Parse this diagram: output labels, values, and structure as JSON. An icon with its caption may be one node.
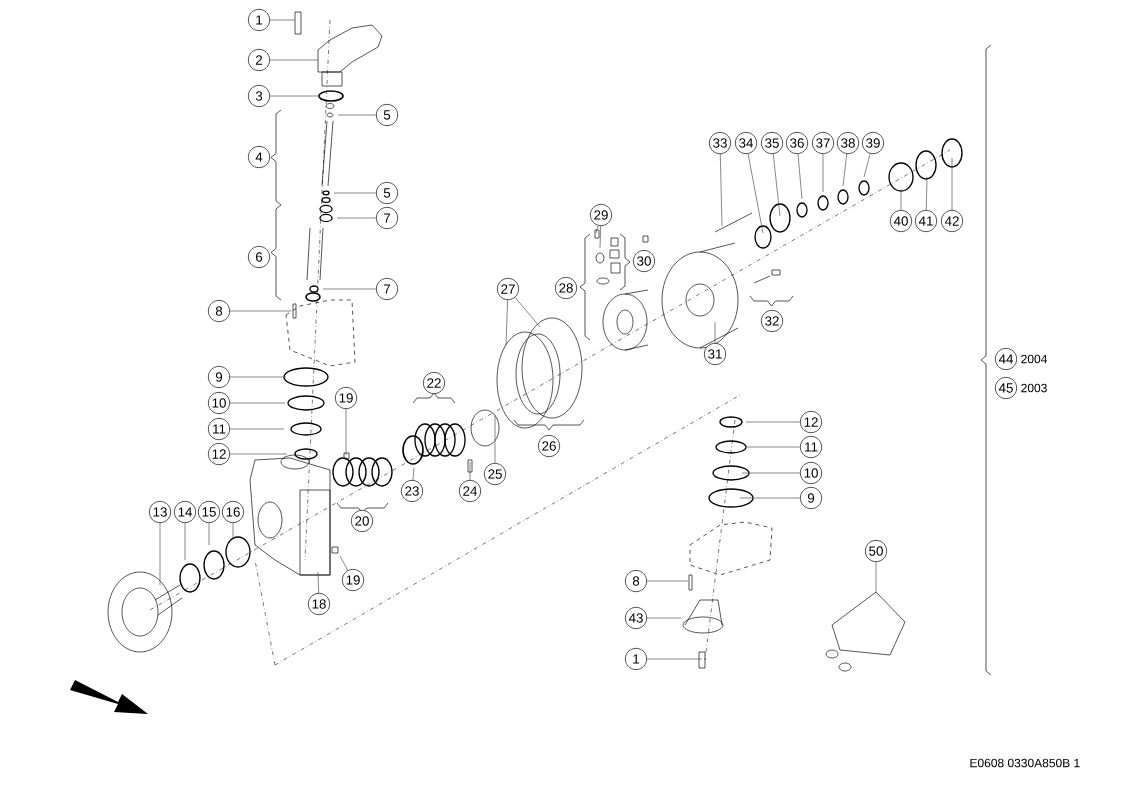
{
  "diagram": {
    "nodes": [
      {
        "text": [
          "1"
        ]
      },
      {
        "text": [
          "2"
        ]
      },
      {
        "text": [
          "3"
        ]
      },
      {
        "text": [
          "4"
        ]
      },
      {
        "text": [
          "5"
        ]
      },
      {
        "text": [
          "5"
        ]
      },
      {
        "text": [
          "7"
        ]
      },
      {
        "text": [
          "6"
        ]
      },
      {
        "text": [
          "7"
        ]
      },
      {
        "text": [
          "8"
        ]
      },
      {
        "text": [
          "9"
        ]
      },
      {
        "text": [
          "10"
        ]
      },
      {
        "text": [
          "11"
        ]
      },
      {
        "text": [
          "12"
        ]
      },
      {
        "text": [
          "19"
        ]
      },
      {
        "text": [
          "13"
        ]
      },
      {
        "text": [
          "14"
        ]
      },
      {
        "text": [
          "15"
        ]
      },
      {
        "text": [
          "16"
        ]
      },
      {
        "text": [
          "22"
        ]
      },
      {
        "text": [
          "23"
        ]
      },
      {
        "text": [
          "20"
        ]
      },
      {
        "text": [
          "19"
        ]
      },
      {
        "text": [
          "18"
        ]
      },
      {
        "text": [
          "24"
        ]
      },
      {
        "text": [
          "25"
        ]
      },
      {
        "text": [
          "27"
        ]
      },
      {
        "text": [
          "26"
        ]
      },
      {
        "text": [
          "28"
        ]
      },
      {
        "text": [
          "29"
        ]
      },
      {
        "text": [
          "30"
        ]
      },
      {
        "text": [
          "31"
        ]
      },
      {
        "text": [
          "32"
        ]
      },
      {
        "text": [
          "33"
        ]
      },
      {
        "text": [
          "34"
        ]
      },
      {
        "text": [
          "35"
        ]
      },
      {
        "text": [
          "36"
        ]
      },
      {
        "text": [
          "37"
        ]
      },
      {
        "text": [
          "38"
        ]
      },
      {
        "text": [
          "39"
        ]
      },
      {
        "text": [
          "40"
        ]
      },
      {
        "text": [
          "41"
        ]
      },
      {
        "text": [
          "42"
        ]
      },
      {
        "text": [
          "44"
        ],
        "beside": [
          "2004"
        ]
      },
      {
        "text": [
          "45"
        ],
        "beside": [
          "2003"
        ]
      },
      {
        "text": [
          "12"
        ]
      },
      {
        "text": [
          "11"
        ]
      },
      {
        "text": [
          "10"
        ]
      },
      {
        "text": [
          "9"
        ]
      },
      {
        "text": [
          "50"
        ]
      },
      {
        "text": [
          "8"
        ]
      },
      {
        "text": [
          "43"
        ]
      },
      {
        "text": [
          "1"
        ]
      }
    ],
    "edges": [
      {
        "from": 0,
        "to": null,
        "arrow": "none"
      },
      {
        "from": 1,
        "to": null,
        "arrow": "none"
      },
      {
        "from": 2,
        "to": null,
        "arrow": "none"
      },
      {
        "from": 4,
        "to": null,
        "arrow": "none"
      },
      {
        "from": 5,
        "to": null,
        "arrow": "none"
      },
      {
        "from": 6,
        "to": null,
        "arrow": "none"
      },
      {
        "from": 8,
        "to": null,
        "arrow": "none"
      },
      {
        "from": 9,
        "to": null,
        "arrow": "none"
      },
      {
        "from": 10,
        "to": null,
        "arrow": "none"
      },
      {
        "from": 11,
        "to": null,
        "arrow": "none"
      },
      {
        "from": 12,
        "to": null,
        "arrow": "none"
      },
      {
        "from": 13,
        "to": null,
        "arrow": "none"
      },
      {
        "from": 14,
        "to": null,
        "arrow": "none"
      },
      {
        "from": 15,
        "to": null,
        "arrow": "none"
      },
      {
        "from": 16,
        "to": null,
        "arrow": "none"
      },
      {
        "from": 17,
        "to": null,
        "arrow": "none"
      },
      {
        "from": 18,
        "to": null,
        "arrow": "none"
      },
      {
        "from": 20,
        "to": null,
        "arrow": "none"
      },
      {
        "from": 22,
        "to": null,
        "arrow": "none"
      },
      {
        "from": 23,
        "to": null,
        "arrow": "none"
      },
      {
        "from": 24,
        "to": null,
        "arrow": "none"
      },
      {
        "from": 25,
        "to": null,
        "arrow": "none"
      },
      {
        "from": 26,
        "to": null,
        "arrow": "none"
      },
      {
        "from": 26,
        "to": null,
        "arrow": "none"
      },
      {
        "from": 29,
        "to": null,
        "arrow": "none"
      },
      {
        "from": 29,
        "to": null,
        "arrow": "none"
      },
      {
        "from": 31,
        "to": null,
        "arrow": "none"
      },
      {
        "from": 33,
        "to": null,
        "arrow": "none"
      },
      {
        "from": 34,
        "to": null,
        "arrow": "none"
      },
      {
        "from": 35,
        "to": null,
        "arrow": "none"
      },
      {
        "from": 36,
        "to": null,
        "arrow": "none"
      },
      {
        "from": 37,
        "to": null,
        "arrow": "none"
      },
      {
        "from": 38,
        "to": null,
        "arrow": "none"
      },
      {
        "from": 39,
        "to": null,
        "arrow": "none"
      },
      {
        "from": 40,
        "to": null,
        "arrow": "none"
      },
      {
        "from": 41,
        "to": null,
        "arrow": "none"
      },
      {
        "from": 42,
        "to": null,
        "arrow": "none"
      },
      {
        "from": 45,
        "to": null,
        "arrow": "none"
      },
      {
        "from": 46,
        "to": null,
        "arrow": "none"
      },
      {
        "from": 47,
        "to": null,
        "arrow": "none"
      },
      {
        "from": 48,
        "to": null,
        "arrow": "none"
      },
      {
        "from": 49,
        "to": null,
        "arrow": "none"
      },
      {
        "from": 50,
        "to": null,
        "arrow": "none"
      },
      {
        "from": 51,
        "to": null,
        "arrow": "none"
      },
      {
        "from": 52,
        "to": null,
        "arrow": "none"
      }
    ],
    "labels": [
      "E0608 0330A850B 1"
    ]
  }
}
